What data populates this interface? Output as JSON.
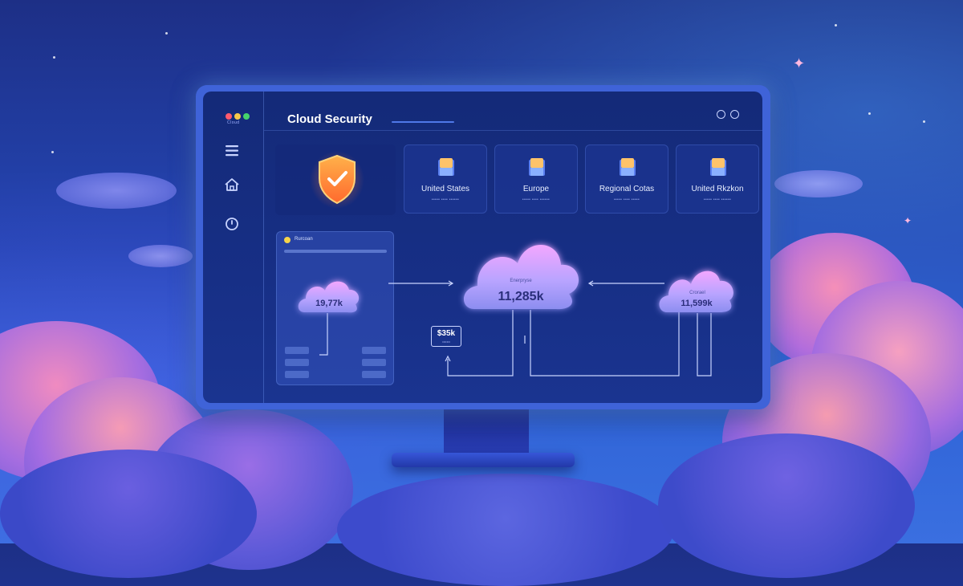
{
  "app": {
    "title": "Cloud Security",
    "window_caption": "Cloud"
  },
  "sidebar": {
    "items": [
      {
        "icon": "list-icon"
      },
      {
        "icon": "home-icon"
      },
      {
        "icon": "clock-icon"
      }
    ]
  },
  "header": {
    "icons": [
      "circle-icon",
      "refresh-icon"
    ]
  },
  "regions": [
    {
      "name": "United States",
      "sub": "••••• •••• ••••••"
    },
    {
      "name": "Europe",
      "sub": "••••• •••• ••••••"
    },
    {
      "name": "Regional Cotas",
      "sub": "••••• •••• •••••"
    },
    {
      "name": "United Rkzkon",
      "sub": "••••• •••• ••••••"
    }
  ],
  "panel": {
    "title": "Rurcoan"
  },
  "diagram": {
    "left_cloud_value": "19,77k",
    "center_cloud_label": "Enerpryse",
    "center_cloud_value": "11,285k",
    "right_cloud_label": "Crorael",
    "right_cloud_value": "11,599k",
    "box_value": "$35k",
    "box_sub": "•••••••"
  },
  "colors": {
    "dot_red": "#ff5a6e",
    "dot_yellow": "#f6c84a",
    "dot_green": "#45d36b",
    "shield_fill": "#ff8a3c",
    "accent": "#4f78e8"
  }
}
